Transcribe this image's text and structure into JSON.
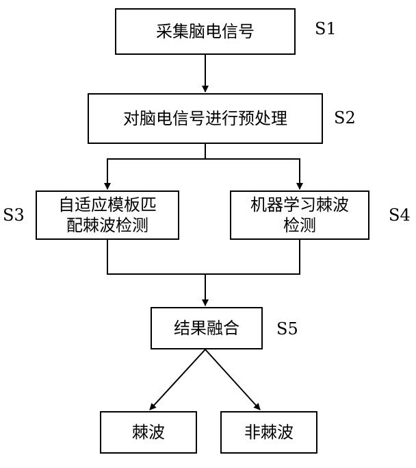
{
  "nodes": {
    "s1_box": "采集脑电信号",
    "s2_box": "对脑电信号进行预处理",
    "s3_box": [
      "自适应模板匹",
      "配棘波检测"
    ],
    "s4_box": [
      "机器学习棘波",
      "检测"
    ],
    "s5_box": "结果融合",
    "out_spike": "棘波",
    "out_nonspike": "非棘波"
  },
  "labels": {
    "s1": "S1",
    "s2": "S2",
    "s3": "S3",
    "s4": "S4",
    "s5": "S5"
  },
  "edges": [
    {
      "from": "s1_box",
      "to": "s2_box"
    },
    {
      "from": "s2_box",
      "to": "s3_box"
    },
    {
      "from": "s2_box",
      "to": "s4_box"
    },
    {
      "from": "s3_box",
      "to": "s5_box"
    },
    {
      "from": "s4_box",
      "to": "s5_box"
    },
    {
      "from": "s5_box",
      "to": "out_spike"
    },
    {
      "from": "s5_box",
      "to": "out_nonspike"
    }
  ]
}
